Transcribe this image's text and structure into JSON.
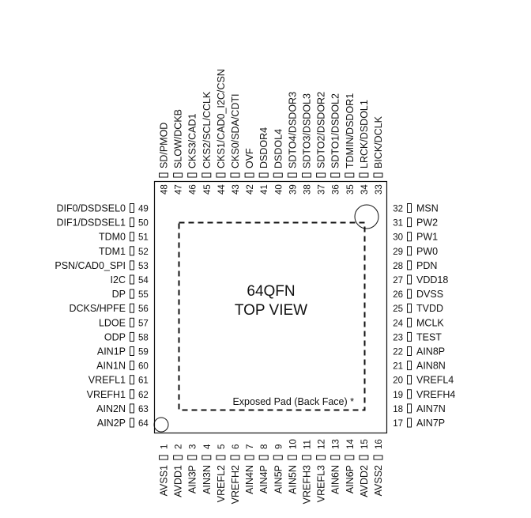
{
  "package": {
    "name_line": "64QFN",
    "view_line": "TOP VIEW",
    "exposed_pad_label": "Exposed Pad (Back Face) *"
  },
  "pins": {
    "left": [
      {
        "num": "49",
        "name": "DIF0/DSDSEL0"
      },
      {
        "num": "50",
        "name": "DIF1/DSDSEL1"
      },
      {
        "num": "51",
        "name": "TDM0"
      },
      {
        "num": "52",
        "name": "TDM1"
      },
      {
        "num": "53",
        "name": "PSN/CAD0_SPI"
      },
      {
        "num": "54",
        "name": "I2C"
      },
      {
        "num": "55",
        "name": "DP"
      },
      {
        "num": "56",
        "name": "DCKS/HPFE"
      },
      {
        "num": "57",
        "name": "LDOE"
      },
      {
        "num": "58",
        "name": "ODP"
      },
      {
        "num": "59",
        "name": "AIN1P"
      },
      {
        "num": "60",
        "name": "AIN1N"
      },
      {
        "num": "61",
        "name": "VREFL1"
      },
      {
        "num": "62",
        "name": "VREFH1"
      },
      {
        "num": "63",
        "name": "AIN2N"
      },
      {
        "num": "64",
        "name": "AIN2P"
      }
    ],
    "right": [
      {
        "num": "32",
        "name": "MSN"
      },
      {
        "num": "31",
        "name": "PW2"
      },
      {
        "num": "30",
        "name": "PW1"
      },
      {
        "num": "29",
        "name": "PW0"
      },
      {
        "num": "28",
        "name": "PDN"
      },
      {
        "num": "27",
        "name": "VDD18"
      },
      {
        "num": "26",
        "name": "DVSS"
      },
      {
        "num": "25",
        "name": "TVDD"
      },
      {
        "num": "24",
        "name": "MCLK"
      },
      {
        "num": "23",
        "name": "TEST"
      },
      {
        "num": "22",
        "name": "AIN8P"
      },
      {
        "num": "21",
        "name": "AIN8N"
      },
      {
        "num": "20",
        "name": "VREFL4"
      },
      {
        "num": "19",
        "name": "VREFH4"
      },
      {
        "num": "18",
        "name": "AIN7N"
      },
      {
        "num": "17",
        "name": "AIN7P"
      }
    ],
    "top": [
      {
        "num": "48",
        "name": "SD/PMOD"
      },
      {
        "num": "47",
        "name": "SLOW/DCKB"
      },
      {
        "num": "46",
        "name": "CKS3/CAD1"
      },
      {
        "num": "45",
        "name": "CKS2/SCL/CCLK"
      },
      {
        "num": "44",
        "name": "CKS1/CAD0_I2C/CSN"
      },
      {
        "num": "43",
        "name": "CKS0/SDA/CDTI"
      },
      {
        "num": "42",
        "name": "OVF"
      },
      {
        "num": "41",
        "name": "DSDOR4"
      },
      {
        "num": "40",
        "name": "DSDOL4"
      },
      {
        "num": "39",
        "name": "SDTO4/DSDOR3"
      },
      {
        "num": "38",
        "name": "SDTO3/DSDOL3"
      },
      {
        "num": "37",
        "name": "SDTO2/DSDOR2"
      },
      {
        "num": "36",
        "name": "SDTO1/DSDOL2"
      },
      {
        "num": "35",
        "name": "TDMIN/DSDOR1"
      },
      {
        "num": "34",
        "name": "LRCK/DSDOL1"
      },
      {
        "num": "33",
        "name": "BICK/DCLK"
      }
    ],
    "bottom": [
      {
        "num": "1",
        "name": "AVSS1"
      },
      {
        "num": "2",
        "name": "AVDD1"
      },
      {
        "num": "3",
        "name": "AIN3P"
      },
      {
        "num": "4",
        "name": "AIN3N"
      },
      {
        "num": "5",
        "name": "VREFL2"
      },
      {
        "num": "6",
        "name": "VREFH2"
      },
      {
        "num": "7",
        "name": "AIN4N"
      },
      {
        "num": "8",
        "name": "AIN4P"
      },
      {
        "num": "9",
        "name": "AIN5P"
      },
      {
        "num": "10",
        "name": "AIN5N"
      },
      {
        "num": "11",
        "name": "VREFH3"
      },
      {
        "num": "12",
        "name": "VREFL3"
      },
      {
        "num": "13",
        "name": "AIN6N"
      },
      {
        "num": "14",
        "name": "AIN6P"
      },
      {
        "num": "15",
        "name": "AVDD2"
      },
      {
        "num": "16",
        "name": "AVSS2"
      }
    ]
  }
}
